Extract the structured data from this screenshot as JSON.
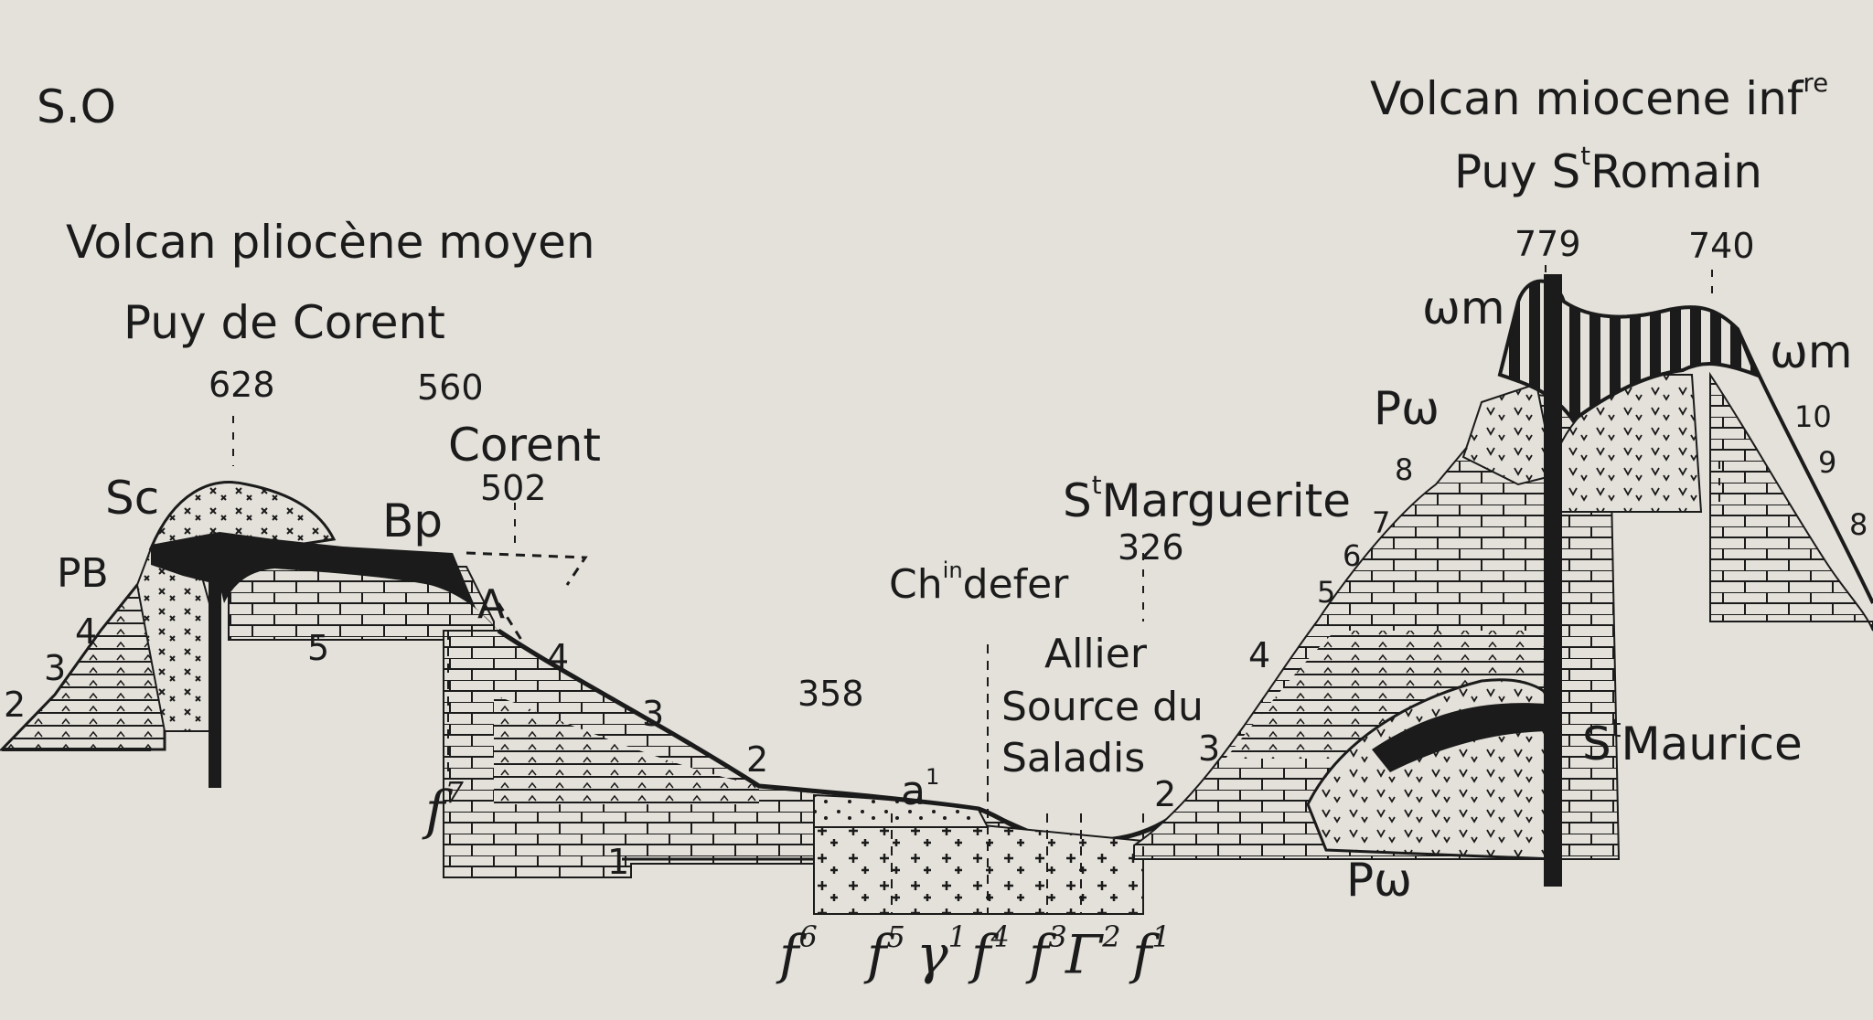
{
  "orientation": "S.O",
  "left_volcano": {
    "title": "Volcan pliocène moyen",
    "name": "Puy de Corent",
    "elev_summit": "628",
    "elev_2": "560",
    "village": "Corent",
    "elev_village": "502",
    "unit_sc": "Sc",
    "unit_pb": "PB",
    "unit_bp": "Bp",
    "unit_a": "A"
  },
  "right_volcano": {
    "title": "Volcan miocene inf",
    "title_sup": "re",
    "name": "Puy S",
    "name_sup": "t",
    "name_rest": "Romain",
    "elev_summit": "779",
    "elev_2": "740",
    "unit_wm_left": "ωm",
    "unit_wm_right": "ωm",
    "unit_pw_top": "Pω",
    "unit_pw_bottom": "Pω",
    "maurice": "S",
    "maurice_sup": "t",
    "maurice_rest": "Maurice"
  },
  "valley": {
    "marguerite": "S",
    "marguerite_sup": "t",
    "marguerite_rest": "Marguerite",
    "elev_marguerite": "326",
    "railway": "Ch",
    "railway_sup": "in",
    "railway_rest": "defer",
    "river": "Allier",
    "spring_1": "Source du",
    "spring_2": "Saladis",
    "elev_358": "358",
    "alluvium": "a",
    "alluvium_sup": "1"
  },
  "layer_numbers": {
    "left": [
      "2",
      "3",
      "4",
      "5"
    ],
    "mid_left": [
      "4",
      "3",
      "2",
      "1"
    ],
    "right": [
      "2",
      "3",
      "4",
      "5",
      "6",
      "7",
      "8"
    ],
    "far_right": [
      "10",
      "9",
      "8"
    ]
  },
  "faults": {
    "f7": "f",
    "f7_sup": "7",
    "f6": "f",
    "f6_sup": "6",
    "f5": "f",
    "f5_sup": "5",
    "g1": "γ",
    "g1_sup": "1",
    "f4": "f",
    "f4_sup": "4",
    "f3": "f",
    "f3_sup": "3",
    "g2": "Γ",
    "g2_sup": "2",
    "f1": "f",
    "f1_sup": "1"
  },
  "colors": {
    "ink": "#1b1b1b",
    "paper": "#e4e1da"
  }
}
